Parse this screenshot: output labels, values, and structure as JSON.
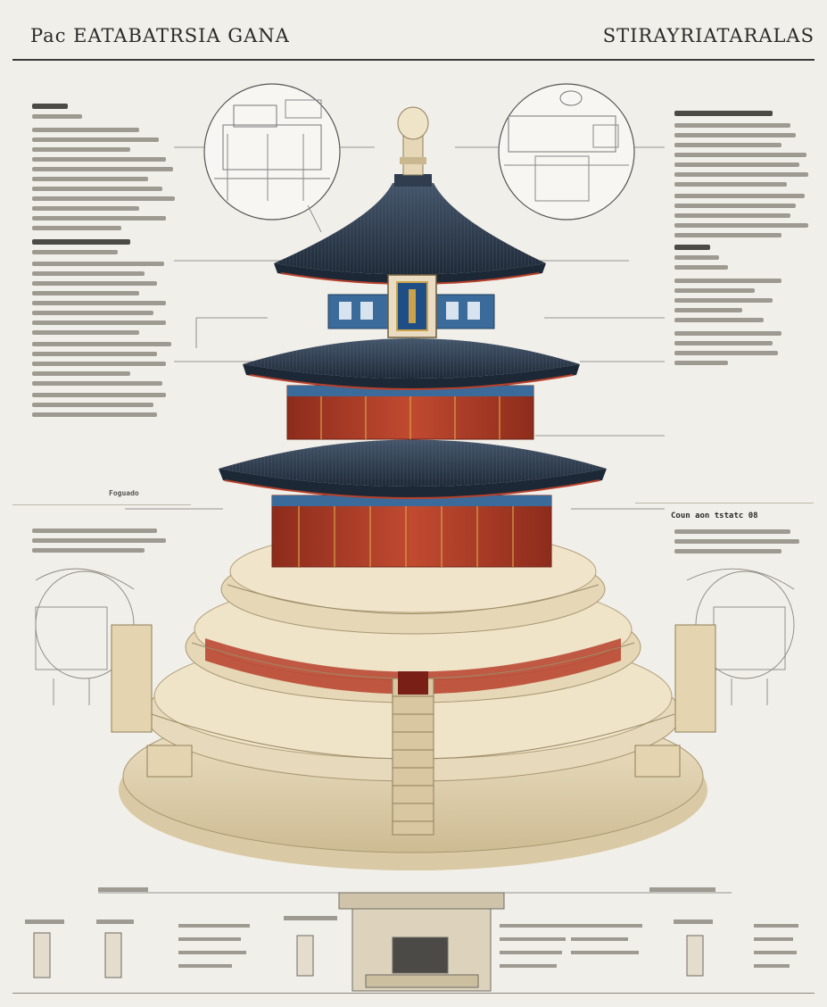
{
  "header": {
    "title_left": "Pac EATABATRSIA GANA",
    "title_right": "STIRAYRIATARALAS"
  },
  "labels": {
    "left_mid_heading": "Foguado",
    "right_mid_heading": "Coun aon tstatc 08"
  },
  "colors": {
    "roof": "#2f3d4f",
    "roof_dark": "#1d2836",
    "red_wall": "#b7412b",
    "gold": "#c9a24a",
    "stone": "#e9dcc2",
    "stone_shadow": "#c8b997",
    "blue_band": "#3b6b9a",
    "paper": "#f1efe9"
  }
}
